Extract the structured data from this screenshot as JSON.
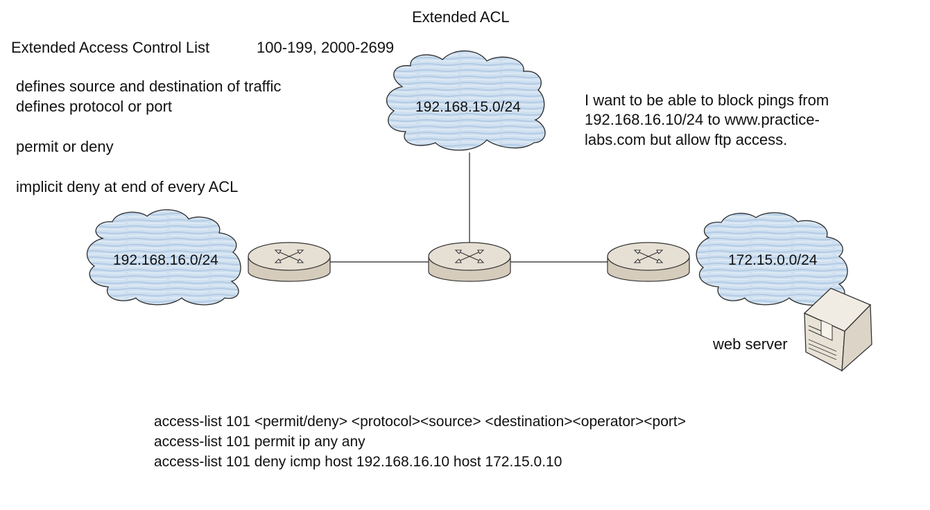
{
  "title": "Extended ACL",
  "header": {
    "label": "Extended Access Control List",
    "ranges": "100-199, 2000-2699"
  },
  "notes": [
    "defines source and destination of traffic",
    "defines protocol or port",
    "permit or deny",
    "implicit deny at end of every ACL"
  ],
  "goal": [
    "I want to be able to block pings from",
    "192.168.16.10/24  to www.practice-",
    "labs.com but allow ftp access."
  ],
  "networks": {
    "left": "192.168.16.0/24",
    "top": "192.168.15.0/24",
    "right": "172.15.0.0/24"
  },
  "server_label": "web server",
  "commands": [
    "access-list 101 <permit/deny> <protocol><source> <destination><operator><port>",
    "access-list 101 permit ip any any",
    "access-list 101 deny icmp host 192.168.16.10 host 172.15.0.10"
  ],
  "colors": {
    "cloud_fill": "#c9dcee",
    "cloud_stroke": "#2a2a2a",
    "router_fill": "#e4ddd1",
    "router_side": "#d3c9b9",
    "server_fill": "#ece7dc",
    "line": "#222222"
  }
}
